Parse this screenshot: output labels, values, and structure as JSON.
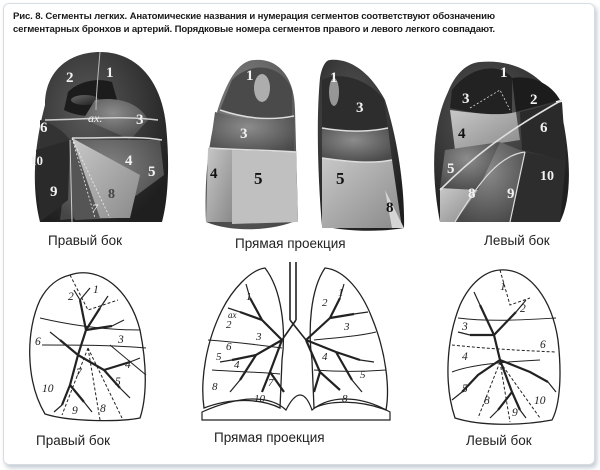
{
  "caption": {
    "line1": "Рис. 8. Сегменты легких. Анатомические названия и нумерация сегментов соответствуют обозначению",
    "line2": "сегментарных бронхов и артерий. Порядковые номера сегментов правого и левого легкого совпадают."
  },
  "views": {
    "photo_right": "Правый бок",
    "photo_front": "Прямая проекция",
    "photo_left": "Левый бок",
    "sketch_right": "Правый бок",
    "sketch_front": "Прямая проекция",
    "sketch_left": "Левый бок"
  },
  "segments": {
    "photo_right": [
      "2",
      "1",
      "ax.",
      "3",
      "6",
      "10",
      "4",
      "5",
      "9",
      "7",
      "8"
    ],
    "photo_front_right": [
      "1",
      "3",
      "4",
      "5"
    ],
    "photo_front_left": [
      "1",
      "3",
      "5",
      "8"
    ],
    "photo_left": [
      "3",
      "2",
      "1",
      "4",
      "6",
      "5",
      "8",
      "9",
      "10"
    ],
    "sketch_right": [
      "1",
      "2",
      "3",
      "6",
      "4",
      "5",
      "7",
      "8",
      "9",
      "10"
    ],
    "sketch_front_right": [
      "ax",
      "1",
      "2",
      "3",
      "4",
      "5",
      "6",
      "7",
      "8",
      "10"
    ],
    "sketch_front_left": [
      "1",
      "2",
      "3",
      "4",
      "5",
      "8"
    ],
    "sketch_left": [
      "1",
      "2",
      "3",
      "4",
      "5",
      "6",
      "8",
      "9",
      "10"
    ]
  },
  "colors": {
    "photo_dark": "#2b2b2b",
    "photo_mid": "#6e6e6e",
    "photo_light": "#b4b4b4",
    "ink": "#222222",
    "frame_shadow": "#8ca0b4"
  }
}
